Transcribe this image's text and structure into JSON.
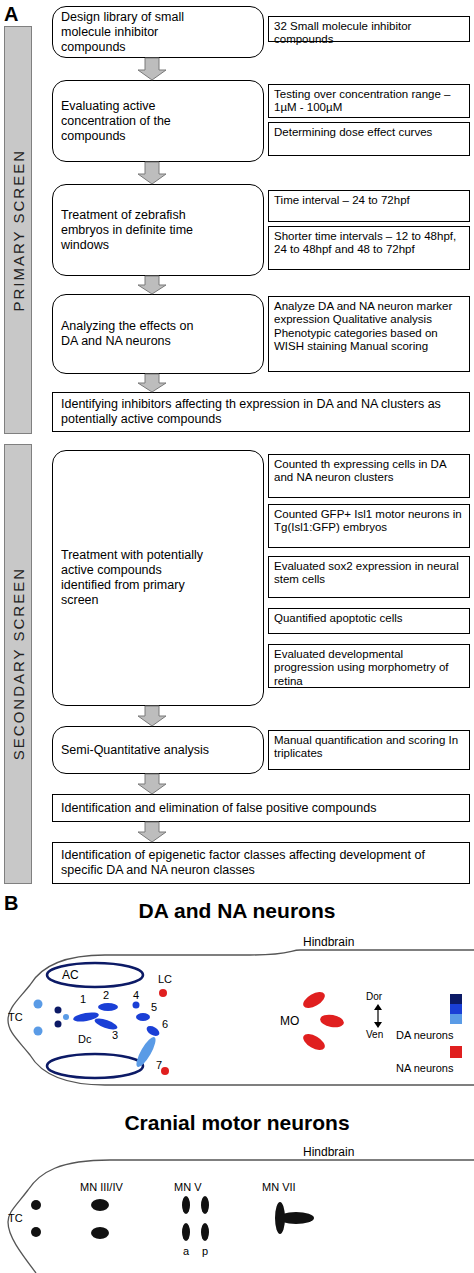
{
  "diagram": {
    "nodes": [
      {
        "text": [
          "PRIMARY SCREEN"
        ]
      },
      {
        "text": [
          "Design library of small molecule inhibitor compounds"
        ]
      },
      {
        "text": [
          "32 Small molecule inhibitor compounds"
        ]
      },
      {
        "text": [
          "Evaluating active concentration of the compounds"
        ]
      },
      {
        "text": [
          "Testing over concentration range – 1µM - 100µM"
        ]
      },
      {
        "text": [
          "Determining dose effect curves"
        ]
      },
      {
        "text": [
          "Treatment of zebrafish embryos in definite time windows"
        ]
      },
      {
        "text": [
          "Time interval – 24 to 72hpf"
        ]
      },
      {
        "text": [
          "Shorter time intervals – 12 to 48hpf, 24 to 48hpf and 48 to 72hpf"
        ]
      },
      {
        "text": [
          "Analyzing the effects on DA and NA neurons"
        ]
      },
      {
        "text": [
          "Analyze DA and NA neuron marker expression Qualitative analysis Phenotypic categories based on WISH staining Manual scoring"
        ]
      },
      {
        "text": [
          "Identifying inhibitors affecting th expression in DA and NA clusters as potentially active compounds"
        ]
      },
      {
        "text": [
          "SECONDARY SCREEN"
        ]
      },
      {
        "text": [
          "Treatment with potentially active compounds identified from primary screen"
        ]
      },
      {
        "text": [
          "Counted th expressing cells in DA and NA neuron clusters"
        ]
      },
      {
        "text": [
          "Counted GFP+ Isl1 motor neurons in Tg(Isl1:GFP) embryos"
        ]
      },
      {
        "text": [
          "Evaluated sox2 expression in neural stem cells"
        ]
      },
      {
        "text": [
          "Quantified apoptotic cells"
        ]
      },
      {
        "text": [
          "Evaluated developmental progression using morphometry of retina"
        ]
      },
      {
        "text": [
          "Semi-Quantitative analysis"
        ]
      },
      {
        "text": [
          "Manual quantification and scoring In triplicates"
        ]
      },
      {
        "text": [
          "Identification and elimination of false positive compounds"
        ]
      },
      {
        "text": [
          "Identification of epigenetic factor classes affecting development of specific DA and NA neuron classes"
        ]
      }
    ],
    "edges": [
      {
        "from": 1,
        "to": 3,
        "arrow": "to"
      },
      {
        "from": 3,
        "to": 6,
        "arrow": "to"
      },
      {
        "from": 6,
        "to": 9,
        "arrow": "to"
      },
      {
        "from": 9,
        "to": 11,
        "arrow": "to"
      },
      {
        "from": 13,
        "to": 19,
        "arrow": "to"
      },
      {
        "from": 19,
        "to": 21,
        "arrow": "to"
      },
      {
        "from": 21,
        "to": 22,
        "arrow": "to"
      }
    ],
    "labels": [
      "A",
      "B",
      "DA and NA neurons",
      "Hindbrain",
      "AC",
      "TC",
      "1",
      "2",
      "3",
      "4",
      "5",
      "6",
      "7",
      "Dc",
      "LC",
      "MO",
      "Dor",
      "Ven",
      "Cranial motor neurons",
      "Hindbrain",
      "TC",
      "MN III/IV",
      "MN V",
      "a",
      "p",
      "MN VII"
    ],
    "legend": [
      {
        "text": "DA neurons",
        "color": "#1a3fd6"
      },
      {
        "text": "NA neurons",
        "color": "#e01f1f"
      }
    ]
  }
}
